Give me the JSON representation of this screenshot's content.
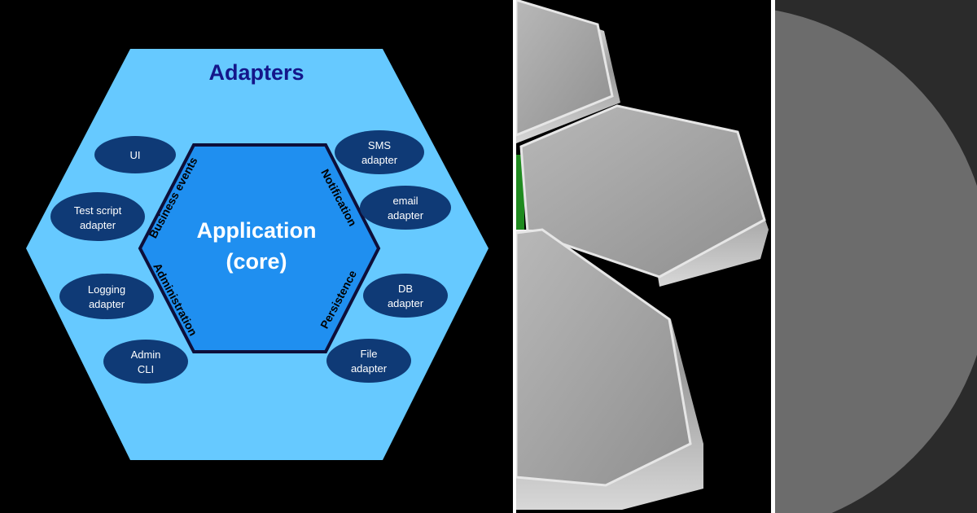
{
  "diagram": {
    "title": "Adapters",
    "core": {
      "line1": "Application",
      "line2": "(core)"
    },
    "ports": {
      "top_left": "Business events",
      "top_right": "Notification",
      "bottom_left": "Administration",
      "bottom_right": "Persistence"
    },
    "adapters_left": [
      {
        "line1": "UI",
        "line2": ""
      },
      {
        "line1": "Test script",
        "line2": "adapter"
      },
      {
        "line1": "Logging",
        "line2": "adapter"
      },
      {
        "line1": "Admin",
        "line2": "CLI"
      }
    ],
    "adapters_right": [
      {
        "line1": "SMS",
        "line2": "adapter"
      },
      {
        "line1": "email",
        "line2": "adapter"
      },
      {
        "line1": "DB",
        "line2": "adapter"
      },
      {
        "line1": "File",
        "line2": "adapter"
      }
    ]
  },
  "colors": {
    "outer_hex": "#66c9ff",
    "inner_hex": "#1f8ff0",
    "inner_hex_border": "#0d0f3a",
    "pill": "#0f3a76",
    "title": "#14168a",
    "background": "#000000",
    "right_panel": "#2b2b2b",
    "circle": "#6c6c6c"
  }
}
